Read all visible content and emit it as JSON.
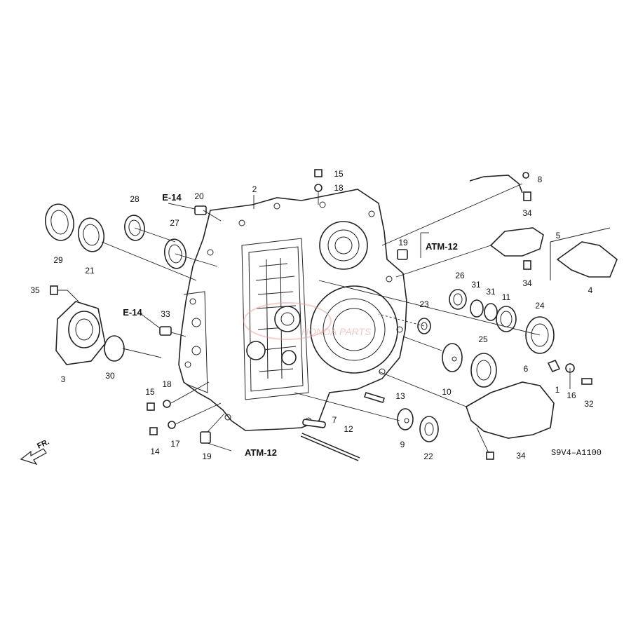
{
  "diagram": {
    "part_labels": {
      "p1": "1",
      "p2": "2",
      "p3": "3",
      "p4": "4",
      "p5": "5",
      "p6": "6",
      "p7": "7",
      "p8": "8",
      "p9": "9",
      "p10": "10",
      "p11": "11",
      "p12": "12",
      "p13": "13",
      "p14": "14",
      "p15a": "15",
      "p15b": "15",
      "p16": "16",
      "p17": "17",
      "p18a": "18",
      "p18b": "18",
      "p19a": "19",
      "p19b": "19",
      "p20": "20",
      "p21": "21",
      "p22": "22",
      "p23": "23",
      "p24": "24",
      "p25": "25",
      "p26": "26",
      "p27": "27",
      "p28": "28",
      "p29": "29",
      "p30": "30",
      "p31a": "31",
      "p31b": "31",
      "p32": "32",
      "p33": "33",
      "p34a": "34",
      "p34b": "34",
      "p34c": "34",
      "p35": "35"
    },
    "references": {
      "e14_top": "E-14",
      "e14_left": "E-14",
      "atm12_top": "ATM-12",
      "atm12_bottom": "ATM-12"
    },
    "diagram_code": "S9V4–A1100",
    "direction_label": "FR.",
    "watermark": "HONDA PARTS"
  }
}
